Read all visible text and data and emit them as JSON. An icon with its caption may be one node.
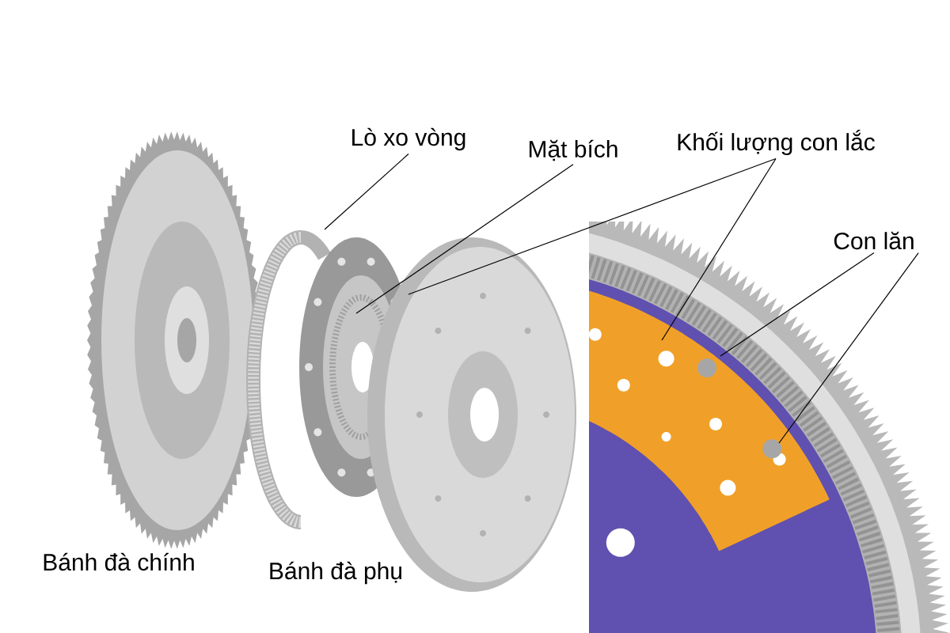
{
  "diagram": {
    "nodes": [
      {
        "text": [
          "Lò xo vòng"
        ]
      },
      {
        "text": [
          "Mặt bích"
        ]
      },
      {
        "text": [
          "Khối lượng con lắc"
        ]
      },
      {
        "text": [
          "Con lăn"
        ]
      }
    ],
    "edges": [
      {
        "from": 0,
        "to": null,
        "arrow": "none"
      },
      {
        "from": 1,
        "to": null,
        "arrow": "none"
      },
      {
        "from": 2,
        "to": null,
        "arrow": "none"
      },
      {
        "from": 2,
        "to": null,
        "arrow": "none"
      },
      {
        "from": 3,
        "to": null,
        "arrow": "none"
      },
      {
        "from": 3,
        "to": null,
        "arrow": "none"
      }
    ],
    "labels": [
      "Bánh đà chính",
      "Bánh đà phụ"
    ]
  }
}
